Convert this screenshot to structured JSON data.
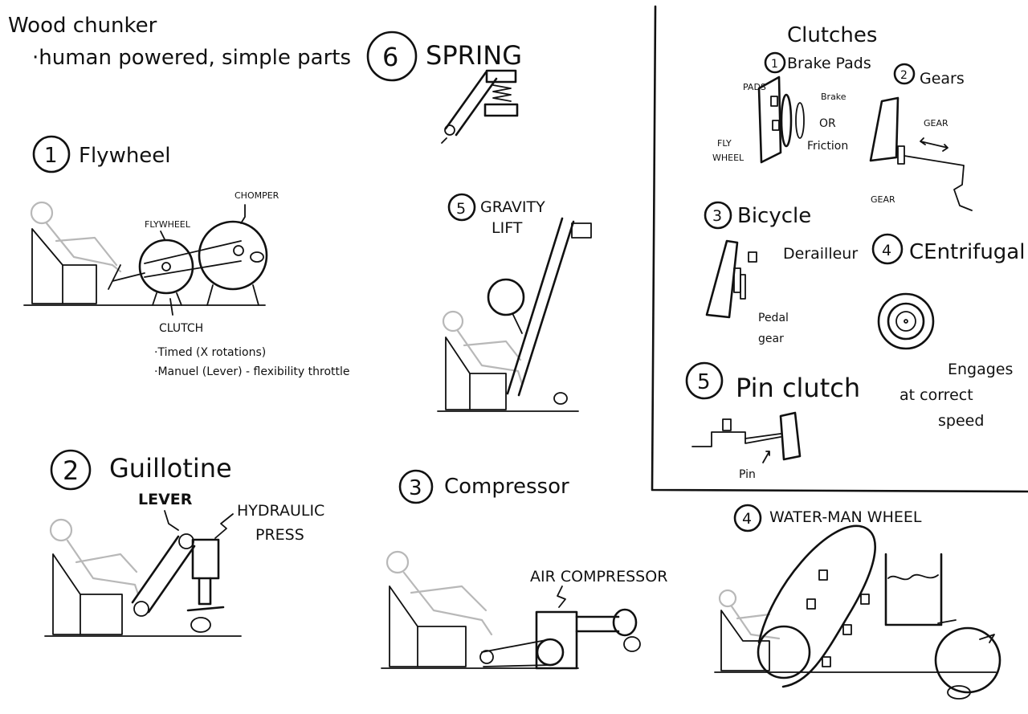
{
  "header": {
    "title": "Wood chunker",
    "subtitle": "·human powered, simple parts"
  },
  "ideas": {
    "flywheel": {
      "number": "1",
      "title": "Flywheel",
      "labels": {
        "chomper": "CHOMPER",
        "flywheel": "FLYWHEEL",
        "clutch": "CLUTCH"
      },
      "notes": [
        "·Timed (X rotations)",
        "·Manuel (Lever) - flexibility throttle"
      ]
    },
    "guillotine": {
      "number": "2",
      "title": "Guillotine",
      "labels": {
        "lever": "LEVER",
        "hydraulic_1": "HYDRAULIC",
        "hydraulic_2": "PRESS"
      }
    },
    "compressor": {
      "number": "3",
      "title": "Compressor",
      "labels": {
        "air_compressor": "AIR COMPRESSOR"
      }
    },
    "water_wheel": {
      "number": "4",
      "title": "WATER-MAN WHEEL"
    },
    "gravity_lift": {
      "number": "5",
      "title_1": "GRAVITY",
      "title_2": "LIFT"
    },
    "spring": {
      "number": "6",
      "title": "SPRING"
    }
  },
  "clutches": {
    "title": "Clutches",
    "items": {
      "brake_pads": {
        "number": "1",
        "title": "Brake Pads",
        "pads": "PADS",
        "brake": "Brake",
        "or": "OR",
        "friction": "Friction",
        "flywheel_1": "FLY",
        "flywheel_2": "WHEEL"
      },
      "gears": {
        "number": "2",
        "title": "Gears",
        "gear_top": "GEAR",
        "gear_bottom": "GEAR"
      },
      "bicycle": {
        "number": "3",
        "title": "Bicycle",
        "derailleur": "Derailleur",
        "pedal_1": "Pedal",
        "pedal_2": "gear"
      },
      "centrifugal": {
        "number": "4",
        "title": "CEntrifugal",
        "note_1": "Engages",
        "note_2": "at correct",
        "note_3": "speed"
      },
      "pin_clutch": {
        "number": "5",
        "title": "Pin clutch",
        "pin": "Pin"
      }
    }
  }
}
